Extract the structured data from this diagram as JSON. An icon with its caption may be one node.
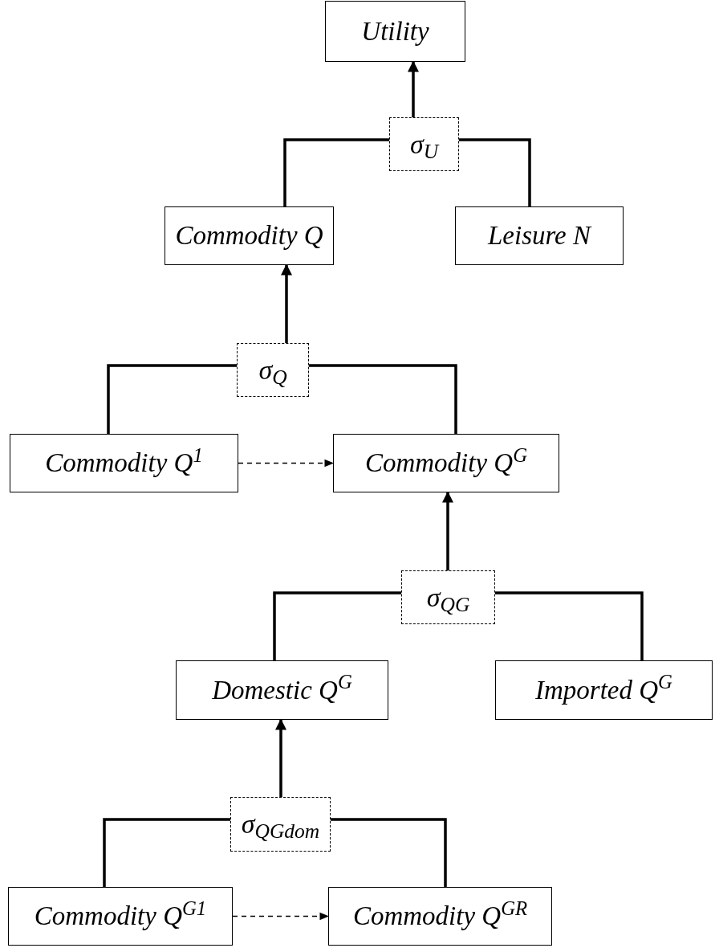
{
  "diagram": {
    "nodes": [
      {
        "text": [
          "Utility"
        ]
      },
      {
        "text": [
          "σ$_{U}$"
        ]
      },
      {
        "text": [
          "Commodity Q"
        ]
      },
      {
        "text": [
          "Leisure N"
        ]
      },
      {
        "text": [
          "σ$_{Q}$"
        ]
      },
      {
        "text": [
          "Commodity Q$^{1}$"
        ]
      },
      {
        "text": [
          "Commodity Q$^{G}$"
        ]
      },
      {
        "text": [
          "σ$_{QG}$"
        ]
      },
      {
        "text": [
          "Domestic Q$^{G}$"
        ]
      },
      {
        "text": [
          "Imported Q$^{G}$"
        ]
      },
      {
        "text": [
          "σ$_{QGdom}$"
        ]
      },
      {
        "text": [
          "Commodity Q$^{G1}$"
        ]
      },
      {
        "text": [
          "Commodity Q$^{GR}$"
        ]
      }
    ],
    "edges": [
      {
        "from": 1,
        "to": 0,
        "arrow": "to"
      },
      {
        "from": 2,
        "to": 1,
        "arrow": "none"
      },
      {
        "from": 3,
        "to": 1,
        "arrow": "none"
      },
      {
        "from": 4,
        "to": 2,
        "arrow": "to"
      },
      {
        "from": 5,
        "to": 4,
        "arrow": "none"
      },
      {
        "from": 6,
        "to": 4,
        "arrow": "none"
      },
      {
        "from": 5,
        "to": 6,
        "arrow": "to",
        "style": "dashed"
      },
      {
        "from": 7,
        "to": 6,
        "arrow": "to"
      },
      {
        "from": 8,
        "to": 7,
        "arrow": "none"
      },
      {
        "from": 9,
        "to": 7,
        "arrow": "none"
      },
      {
        "from": 10,
        "to": 8,
        "arrow": "to"
      },
      {
        "from": 11,
        "to": 10,
        "arrow": "none"
      },
      {
        "from": 12,
        "to": 10,
        "arrow": "none"
      },
      {
        "from": 11,
        "to": 12,
        "arrow": "to",
        "style": "dashed"
      }
    ]
  }
}
